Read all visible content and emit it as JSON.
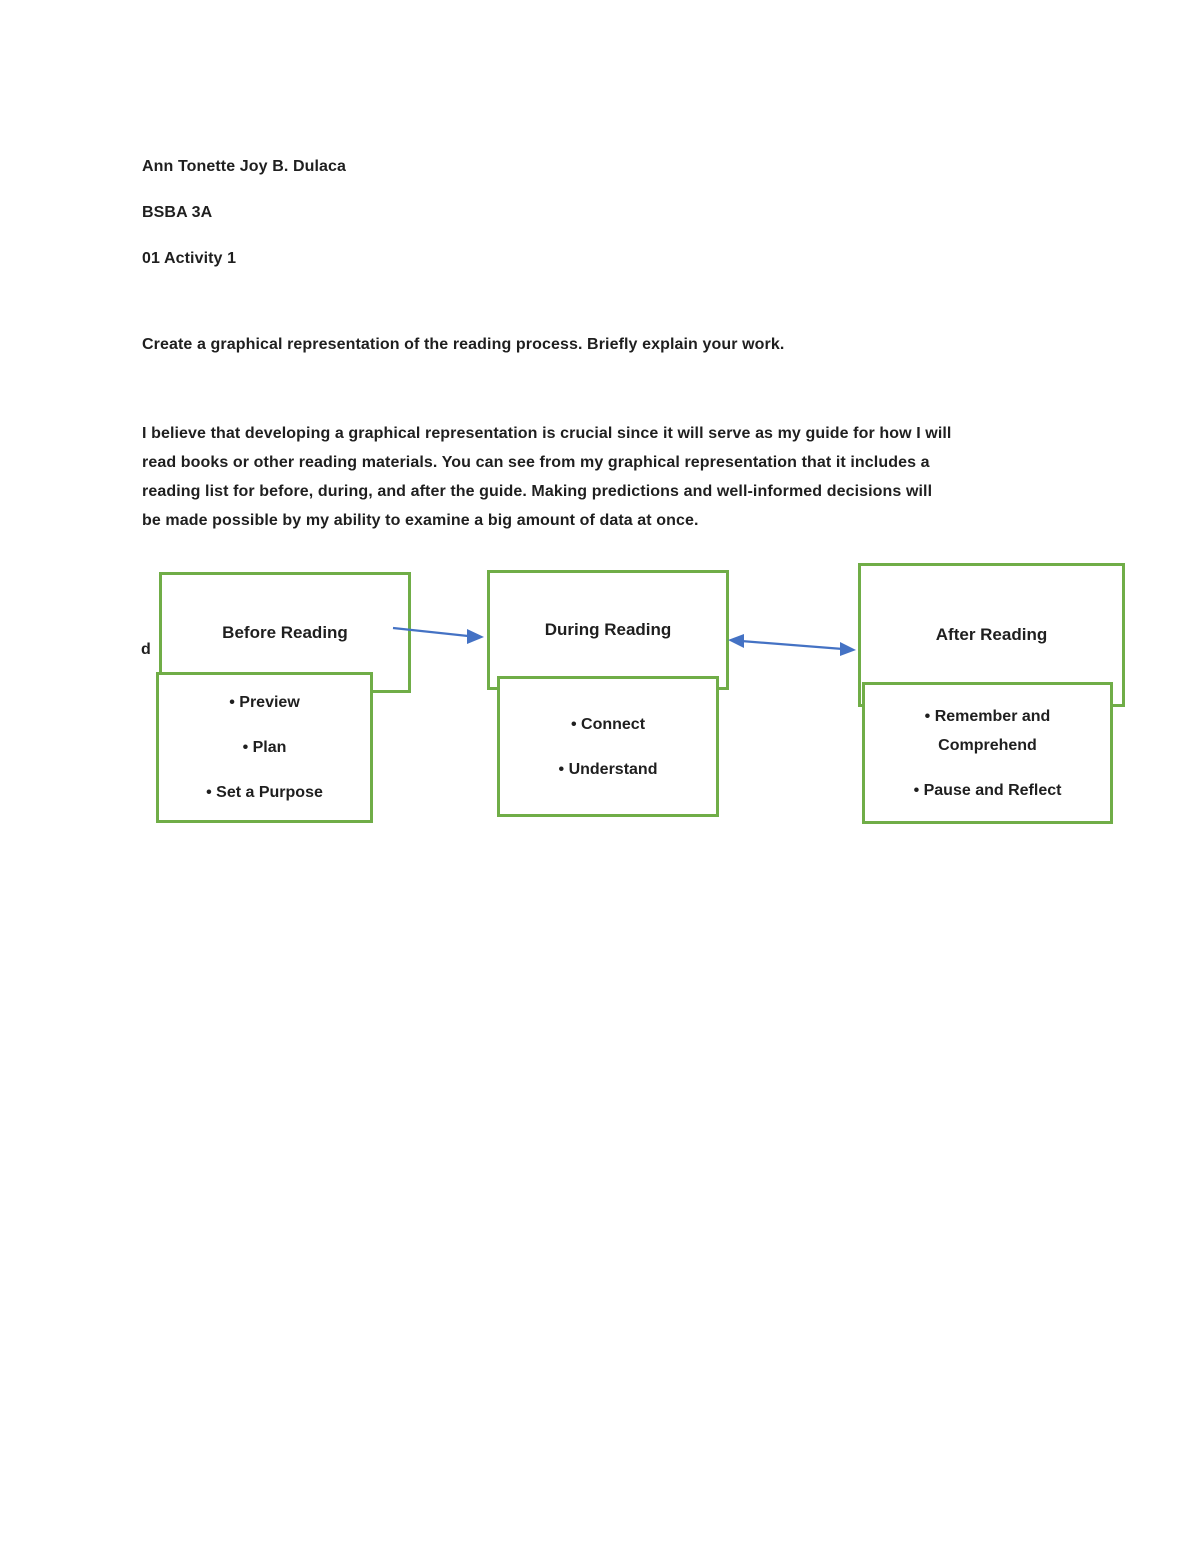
{
  "page": {
    "background_color": "#ffffff",
    "text_color": "#1f1f1f"
  },
  "header": {
    "author": "Ann Tonette Joy B. Dulaca",
    "section": "BSBA 3A",
    "activity": "01 Activity 1"
  },
  "body": {
    "prompt": "Create a graphical representation of the reading process. Briefly explain your work.",
    "explanation": "I believe that developing a graphical representation is crucial since it will serve as my guide for how I will\nread books or other reading materials. You can see from my graphical representation that it includes a\nreading list for before, during, and after the guide. Making predictions and well-informed decisions will\nbe made possible by my ability to examine a big amount of data at once."
  },
  "diagram": {
    "stray_text": "d",
    "box_border_color": "#70AD47",
    "arrow_color": "#4472C4",
    "stages": [
      {
        "title": "Before Reading",
        "items": [
          "• Preview",
          "• Plan",
          "• Set a Purpose"
        ]
      },
      {
        "title": "During Reading",
        "items": [
          "• Connect",
          "• Understand"
        ]
      },
      {
        "title": "After Reading",
        "items": [
          "• Remember and\nComprehend",
          "• Pause and Reflect"
        ]
      }
    ],
    "connectors": [
      {
        "from": "Before Reading",
        "to": "During Reading",
        "type": "single-arrow"
      },
      {
        "from": "During Reading",
        "to": "After Reading",
        "type": "double-arrow"
      }
    ]
  }
}
